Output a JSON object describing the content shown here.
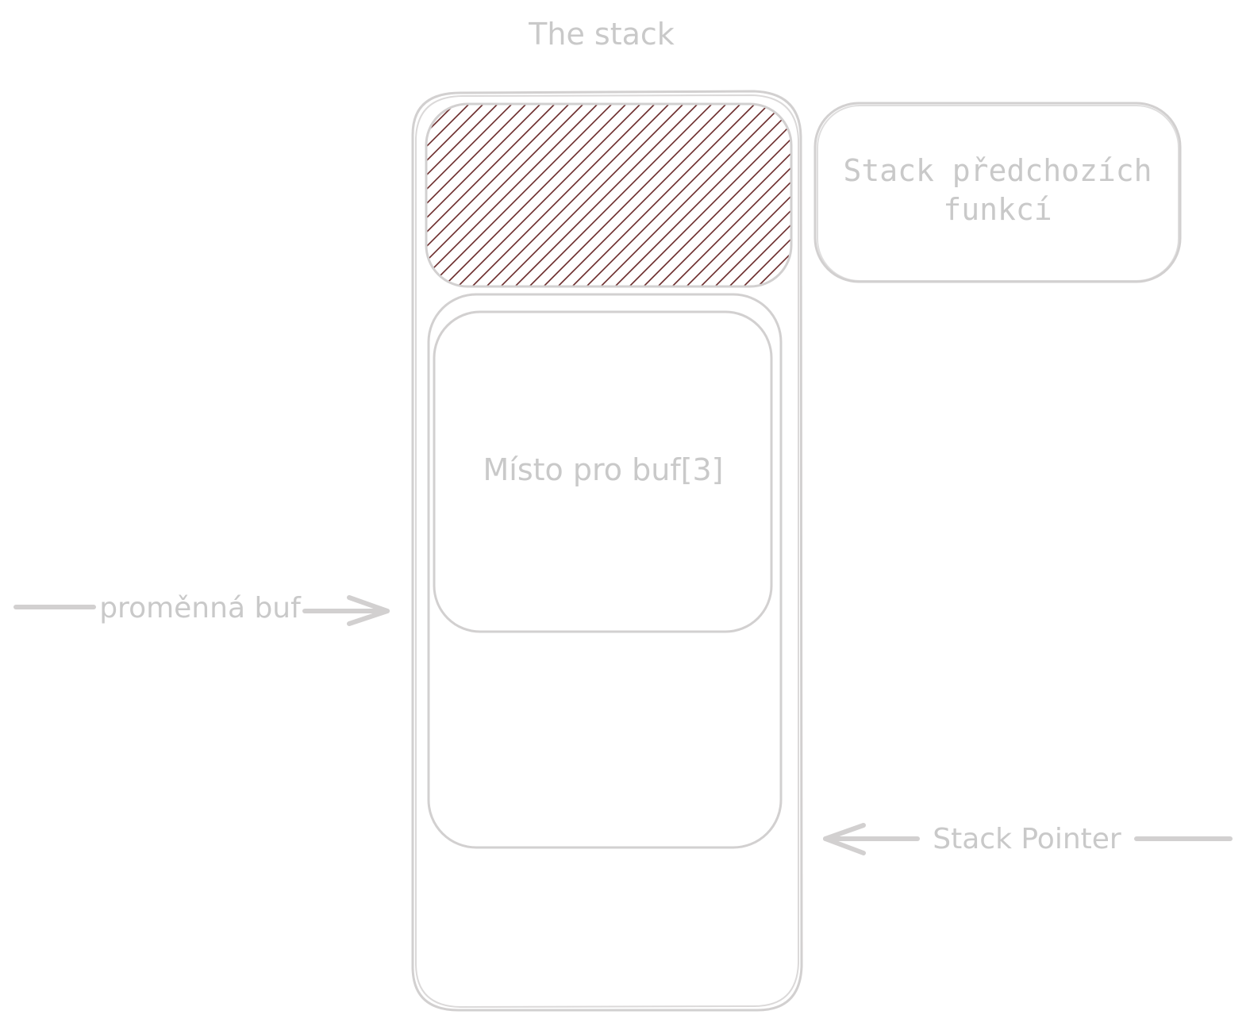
{
  "diagram": {
    "title": "The stack",
    "colors": {
      "stroke": "#d2d0d0",
      "text": "#c9c9c9",
      "hatch": "#6b2a2a"
    },
    "nodes": {
      "previous_stack": {
        "line1": "Stack předchozích",
        "line2": "funkcí"
      },
      "buffer_space": {
        "label": "Místo pro buf[3]"
      }
    },
    "arrows": {
      "variable": {
        "label": "proměnná buf"
      },
      "stack_pointer": {
        "label": "Stack Pointer"
      }
    }
  }
}
